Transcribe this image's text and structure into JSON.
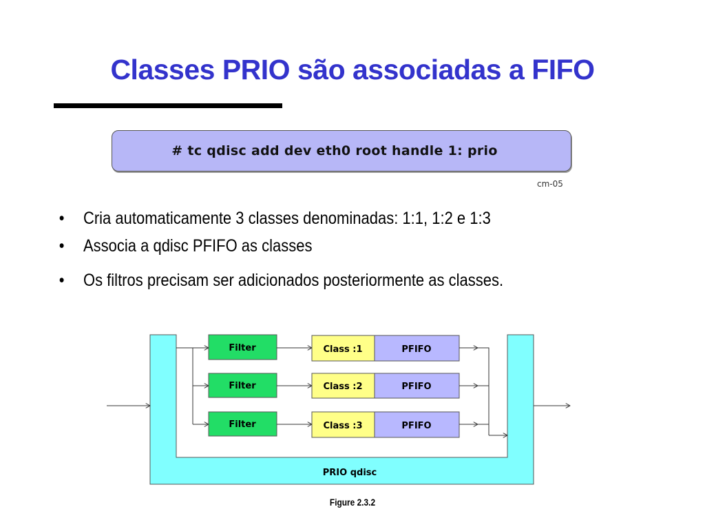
{
  "slide": {
    "title": "Classes PRIO são associadas a FIFO",
    "command": "# tc qdisc add dev eth0 root handle 1: prio",
    "command_ref": "cm-05",
    "bullets": [
      "Cria automaticamente 3 classes denominadas: 1:1, 1:2 e 1:3",
      "Associa a qdisc PFIFO as classes",
      "Os filtros precisam ser adicionados posteriormente as classes."
    ]
  },
  "diagram": {
    "rows": [
      {
        "filter": "Filter",
        "class": "Class :1",
        "queue": "PFIFO"
      },
      {
        "filter": "Filter",
        "class": "Class :2",
        "queue": "PFIFO"
      },
      {
        "filter": "Filter",
        "class": "Class :3",
        "queue": "PFIFO"
      }
    ],
    "container_label": "PRIO qdisc",
    "caption": "Figure 2.3.2",
    "colors": {
      "container": "#80ffff",
      "filter": "#22dd66",
      "class": "#ffff88",
      "queue": "#b8b8ff",
      "command_box": "#b7b7f7",
      "title": "#3333cc"
    }
  }
}
